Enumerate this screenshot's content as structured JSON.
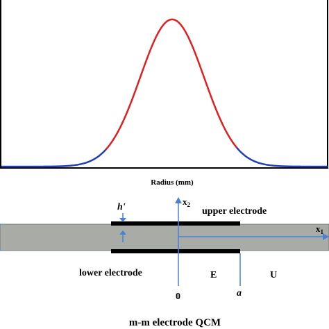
{
  "colors": {
    "curve_center": "#e02020",
    "curve_tails": "#2040b0",
    "axis_arrow": "#4a7fd6",
    "quartz": "#a9aca6",
    "electrode": "#000000",
    "tick_mark": "#4a7fd6"
  },
  "plot": {
    "x_label": "Radius (mm)",
    "curve_shape": "gaussian",
    "tail_color_threshold": 0.12
  },
  "diagram": {
    "h_label": "h",
    "h_prime": "'",
    "x2_label": "x",
    "x2_sub": "2",
    "x1_label": "x",
    "x1_sub": "1",
    "upper_label": "upper electrode",
    "lower_label": "lower electrode",
    "zero_label": "0",
    "a_label": "a",
    "e_label": "E",
    "u_label": "U",
    "caption": "m-m electrode QCM"
  }
}
